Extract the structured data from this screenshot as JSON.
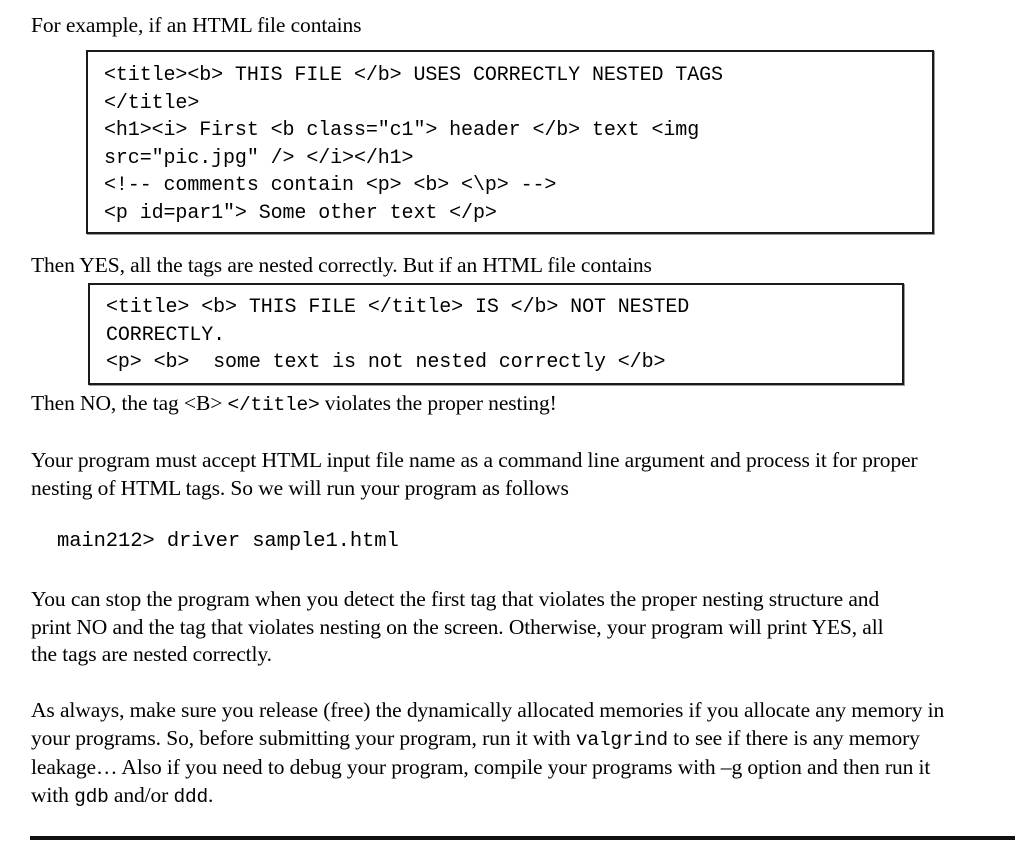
{
  "document": {
    "intro_line": "For example, if an HTML file contains",
    "code_block_1": "<title><b> THIS FILE </b> USES CORRECTLY NESTED TAGS\n</title>\n<h1><i> First <b class=\"c1\"> header </b> text <img\nsrc=\"pic.jpg\" /> </i></h1>\n<!-- comments contain <p> <b> <\\p> -->\n<p id=par1\"> Some other text </p>",
    "yes_line": "Then YES, all the tags are nested correctly.  But if an HTML file contains",
    "code_block_2": "<title> <b> THIS FILE </title> IS </b> NOT NESTED\nCORRECTLY.\n<p> <b>  some text is not nested correctly </b>",
    "no_line": {
      "part1": "Then NO, the tag <B> ",
      "mono": "</title>",
      "part2": " violates the proper nesting!"
    },
    "requirement_para": "Your program must accept HTML input file name as a command line argument and process it for proper nesting of HTML tags.  So we will run your program as follows",
    "command_line": "main212> driver sample1.html",
    "stop_para": "You can stop the program when you detect the first tag that violates the proper nesting structure and print NO and the tag that violates nesting  on the screen. Otherwise, your program will print YES, all the tags are nested correctly.",
    "memory_para": {
      "part1": "As always, make sure you release (free) the dynamically allocated memories if you allocate any memory in your programs. So, before submitting your program, run it with ",
      "mono1": "valgrind",
      "part2": " to see if there is any memory leakage… Also if you need to debug your program, compile your programs with –g option and then run it with ",
      "mono2": "gdb",
      "part3": " and/or ",
      "mono3": "ddd",
      "part4": "."
    }
  },
  "colors": {
    "text": "#000000",
    "background": "#ffffff",
    "box_border": "#1a1a1a",
    "rule": "#111111"
  }
}
